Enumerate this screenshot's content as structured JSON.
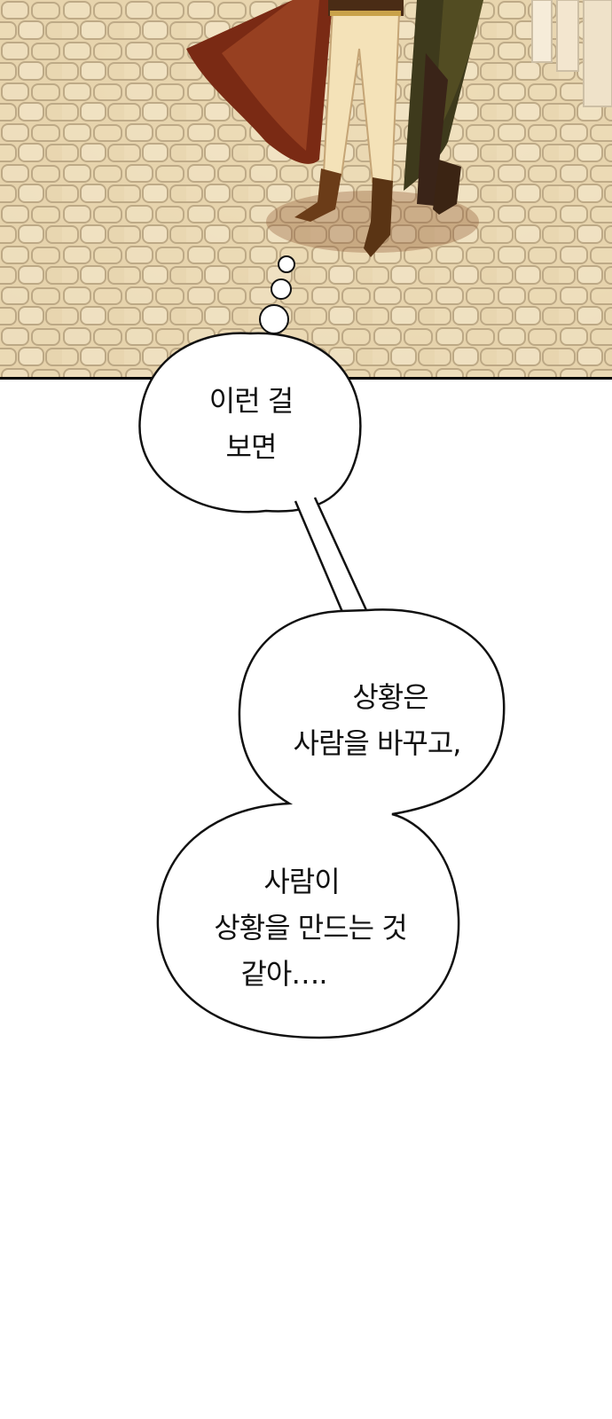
{
  "colors": {
    "cobblestone_light": "#efe0bf",
    "cobblestone_shadow": "#b9a582",
    "cape_red": "#7a2a14",
    "cape_green": "#3e3a1c",
    "pants_cream": "#f4e2b8",
    "boot_brown": "#5a3414",
    "bubble_fill": "#ffffff",
    "bubble_stroke": "#111111"
  },
  "bubbles": [
    {
      "lines": [
        "이런 걸",
        "보면"
      ]
    },
    {
      "lines": [
        "상황은",
        "사람을 바꾸고,"
      ]
    },
    {
      "lines": [
        "사람이",
        "상황을 만드는 것",
        "같아…."
      ]
    }
  ]
}
